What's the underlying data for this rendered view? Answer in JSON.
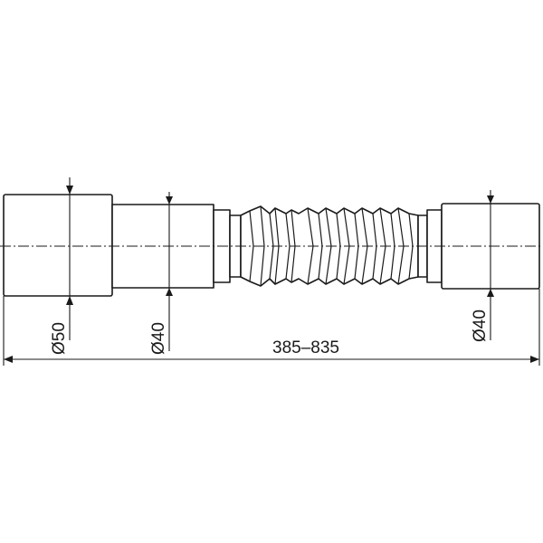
{
  "dimensions": {
    "diameter_left": "Ø50",
    "diameter_middle": "Ø40",
    "diameter_right": "Ø40",
    "length_range": "385–835"
  }
}
